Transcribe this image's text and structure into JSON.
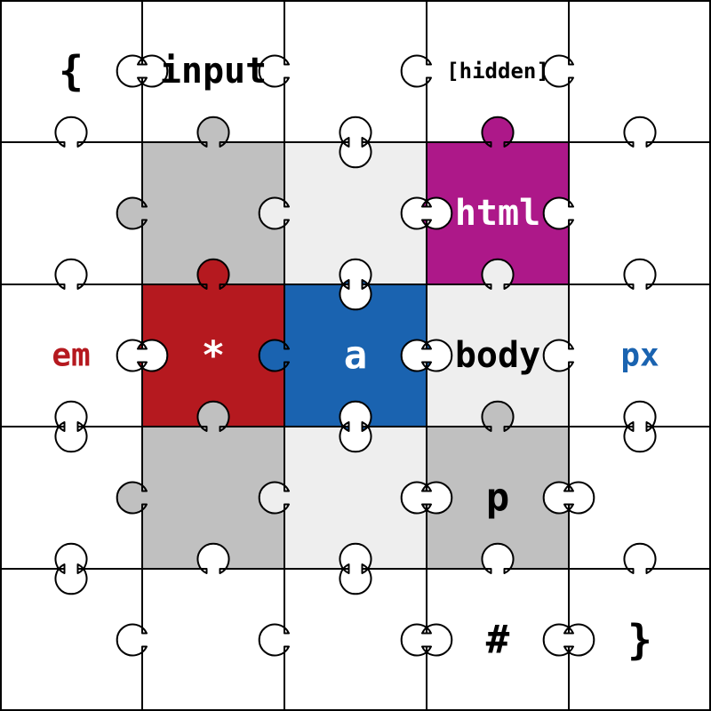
{
  "colors": {
    "white": "#ffffff",
    "gray": "#c0c0c0",
    "light": "#eeeeee",
    "red": "#b5191f",
    "blue": "#1a63b0",
    "magenta": "#ad1889",
    "text_dark": "#000000",
    "text_light": "#ffffff",
    "text_red": "#b5191f",
    "text_blue": "#1a63b0"
  },
  "pieces": [
    {
      "id": "r0c0",
      "fill": "white",
      "label": "{",
      "label_color": "text_dark"
    },
    {
      "id": "r0c1",
      "fill": "white",
      "label": "input",
      "label_color": "text_dark"
    },
    {
      "id": "r0c2",
      "fill": "white",
      "label": "",
      "label_color": "text_dark"
    },
    {
      "id": "r0c3",
      "fill": "white",
      "label": "[hidden]",
      "label_color": "text_dark"
    },
    {
      "id": "r0c4",
      "fill": "white",
      "label": "",
      "label_color": "text_dark"
    },
    {
      "id": "r1c0",
      "fill": "white",
      "label": "",
      "label_color": "text_dark"
    },
    {
      "id": "r1c1",
      "fill": "gray",
      "label": "",
      "label_color": "text_dark"
    },
    {
      "id": "r1c2",
      "fill": "light",
      "label": "",
      "label_color": "text_dark"
    },
    {
      "id": "r1c3",
      "fill": "magenta",
      "label": "html",
      "label_color": "text_light"
    },
    {
      "id": "r1c4",
      "fill": "white",
      "label": "",
      "label_color": "text_dark"
    },
    {
      "id": "r2c0",
      "fill": "white",
      "label": "em",
      "label_color": "text_red"
    },
    {
      "id": "r2c1",
      "fill": "red",
      "label": "*",
      "label_color": "text_light"
    },
    {
      "id": "r2c2",
      "fill": "blue",
      "label": "a",
      "label_color": "text_light"
    },
    {
      "id": "r2c3",
      "fill": "light",
      "label": "body",
      "label_color": "text_dark"
    },
    {
      "id": "r2c4",
      "fill": "white",
      "label": "px",
      "label_color": "text_blue"
    },
    {
      "id": "r3c0",
      "fill": "white",
      "label": "",
      "label_color": "text_dark"
    },
    {
      "id": "r3c1",
      "fill": "gray",
      "label": "",
      "label_color": "text_dark"
    },
    {
      "id": "r3c2",
      "fill": "light",
      "label": "",
      "label_color": "text_dark"
    },
    {
      "id": "r3c3",
      "fill": "gray",
      "label": "p",
      "label_color": "text_dark"
    },
    {
      "id": "r3c4",
      "fill": "white",
      "label": "",
      "label_color": "text_dark"
    },
    {
      "id": "r4c0",
      "fill": "white",
      "label": "",
      "label_color": "text_dark"
    },
    {
      "id": "r4c1",
      "fill": "white",
      "label": "",
      "label_color": "text_dark"
    },
    {
      "id": "r4c2",
      "fill": "white",
      "label": "",
      "label_color": "text_dark"
    },
    {
      "id": "r4c3",
      "fill": "white",
      "label": "#",
      "label_color": "text_dark"
    },
    {
      "id": "r4c4",
      "fill": "white",
      "label": "}",
      "label_color": "text_dark"
    }
  ]
}
